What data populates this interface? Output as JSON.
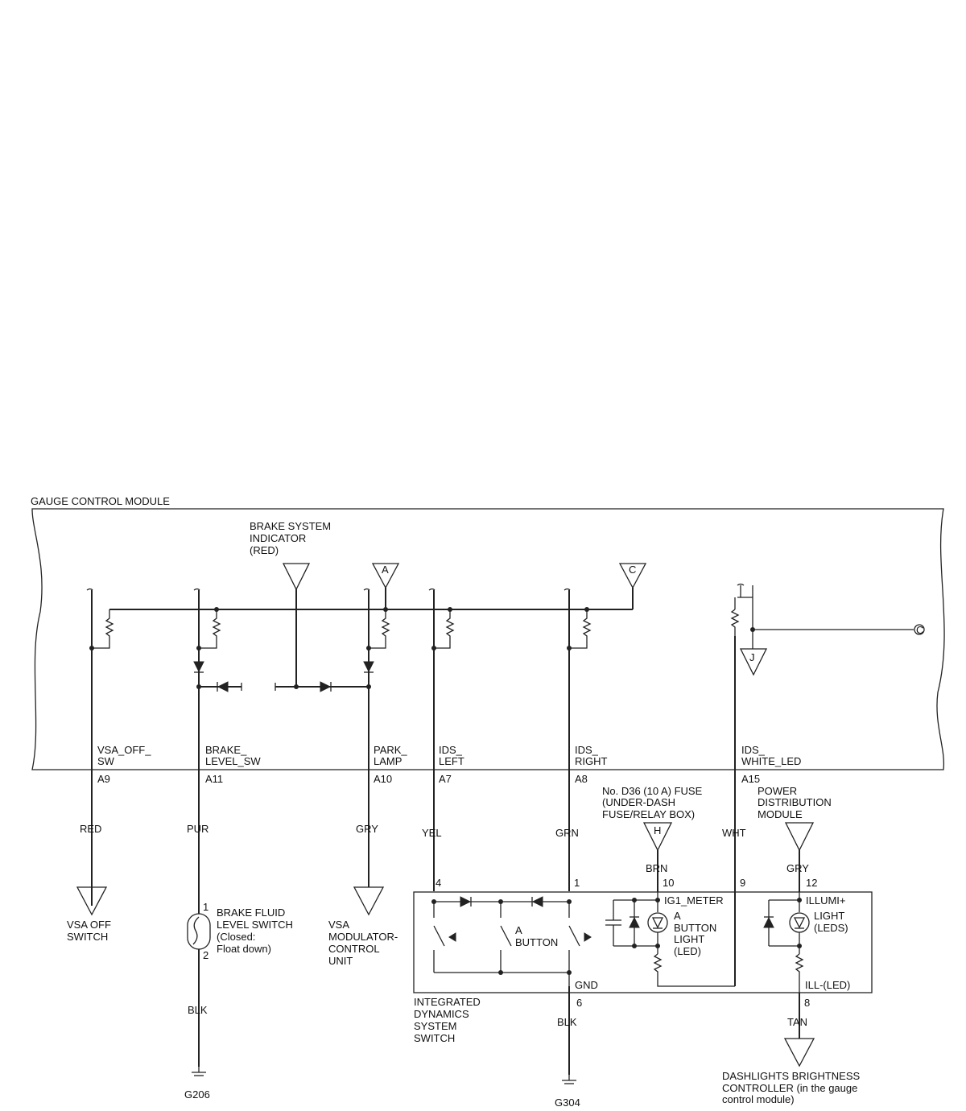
{
  "module": {
    "title": "GAUGE CONTROL MODULE",
    "brake_indicator": [
      "BRAKE SYSTEM",
      "INDICATOR",
      "(RED)"
    ],
    "connector_a": "A",
    "connector_c": "C",
    "connector_c_right": "C",
    "connector_j": "J",
    "pins": [
      {
        "name": [
          "VSA_OFF_",
          "SW"
        ],
        "pin": "A9",
        "wire": "RED"
      },
      {
        "name": [
          "BRAKE_",
          "LEVEL_SW"
        ],
        "pin": "A11",
        "wire": "PUR"
      },
      {
        "name": [
          "PARK_",
          "LAMP"
        ],
        "pin": "A10",
        "wire": "GRY"
      },
      {
        "name": [
          "IDS_",
          "LEFT"
        ],
        "pin": "A7",
        "wire": "YEL"
      },
      {
        "name": [
          "IDS_",
          "RIGHT"
        ],
        "pin": "A8",
        "wire": "GRN"
      },
      {
        "name": [
          "IDS_",
          "WHITE_LED"
        ],
        "pin": "A15",
        "wire": "WHT"
      }
    ]
  },
  "vsa_off_switch": [
    "VSA OFF",
    "SWITCH"
  ],
  "brake_fluid": {
    "pin1": "1",
    "pin2": "2",
    "label": [
      "BRAKE FLUID",
      "LEVEL SWITCH",
      "(Closed:",
      "Float down)"
    ],
    "wire": "BLK",
    "ground": "G206"
  },
  "vsa_modulator": [
    "VSA",
    "MODULATOR-",
    "CONTROL",
    "UNIT"
  ],
  "fuse": {
    "label": [
      "No. D36 (10 A) FUSE",
      "(UNDER-DASH",
      "FUSE/RELAY BOX)"
    ],
    "connector": "H",
    "wire": "BRN"
  },
  "power_module": {
    "label": [
      "POWER",
      "DISTRIBUTION",
      "MODULE"
    ],
    "wire": "GRY"
  },
  "ids_switch": {
    "label": [
      "INTEGRATED",
      "DYNAMICS",
      "SYSTEM",
      "SWITCH"
    ],
    "pin4": "4",
    "pin1": "1",
    "pin10": "10",
    "pin9": "9",
    "pin12": "12",
    "pin6": "6",
    "pin8": "8",
    "ig1": "IG1_METER",
    "illumi": "ILLUMI+",
    "gnd": "GND",
    "ill_led": "ILL-(LED)",
    "a_button": [
      "A",
      "BUTTON"
    ],
    "a_button_light": [
      "A",
      "BUTTON",
      "LIGHT",
      "(LED)"
    ],
    "light_leds": [
      "LIGHT",
      "(LEDS)"
    ],
    "gnd_wire": "BLK",
    "ground": "G304",
    "tan_wire": "TAN"
  },
  "dashlights": [
    "DASHLIGHTS BRIGHTNESS",
    "CONTROLLER (in the gauge",
    "control module)"
  ]
}
